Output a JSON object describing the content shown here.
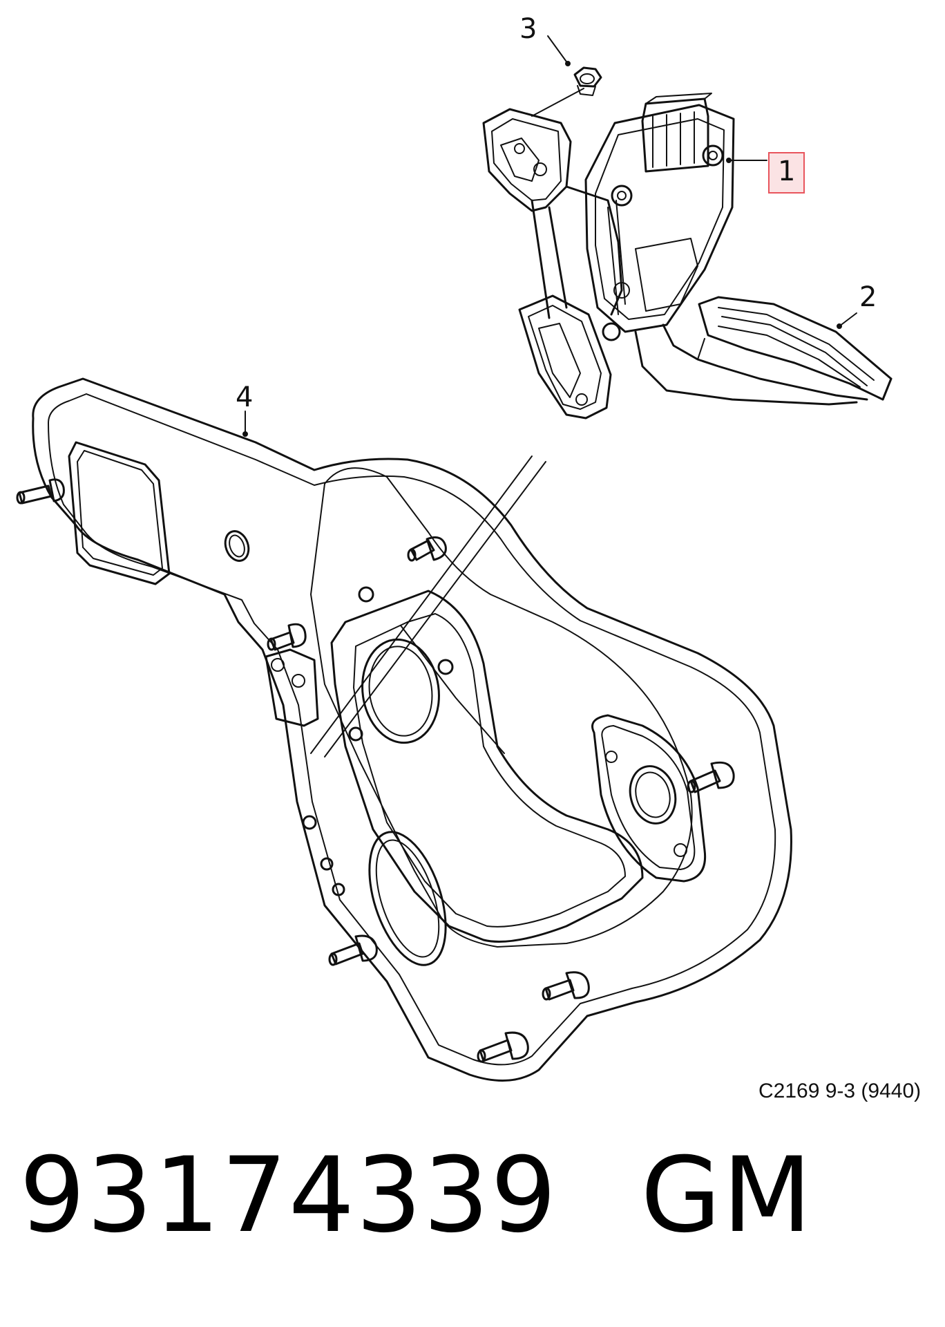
{
  "callouts": {
    "c1": "1",
    "c2": "2",
    "c3": "3",
    "c4": "4"
  },
  "reference_code": "C2169 9-3 (9440)",
  "part_number": "93174339",
  "brand": "GM",
  "colors": {
    "line": "#111111",
    "highlight_border": "#e8545c",
    "highlight_fill": "#fbe3e4"
  }
}
